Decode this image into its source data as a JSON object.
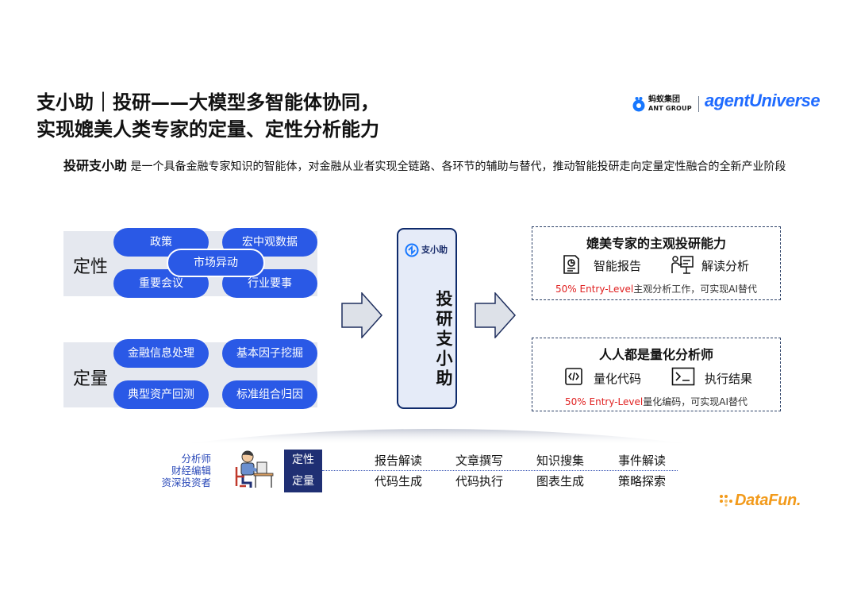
{
  "title": {
    "line1": "支小助｜投研——大模型多智能体协同，",
    "line2": "实现媲美人类专家的定量、定性分析能力"
  },
  "logos": {
    "ant_cn": "蚂蚁集团",
    "ant_en": "ANT GROUP",
    "agent": "agentUniverse",
    "datafun": "DataFun."
  },
  "intro": {
    "bold": "投研支小助",
    "text": " 是一个具备金融专家知识的智能体，对金融从业者实现全链路、各环节的辅助与替代，推动智能投研走向定量定性融合的全新产业阶段"
  },
  "qualitative": {
    "label": "定性",
    "pills": [
      "政策",
      "宏中观数据",
      "重要会议",
      "行业要事"
    ],
    "center_pill": "市场异动"
  },
  "quantitative": {
    "label": "定量",
    "pills": [
      "金融信息处理",
      "基本因子挖掘",
      "典型资产回测",
      "标准组合归因"
    ]
  },
  "center": {
    "logo_text": "支小助",
    "vertical": "投研支小助"
  },
  "box_top": {
    "title": "媲美专家的主观投研能力",
    "items": [
      "智能报告",
      "解读分析"
    ],
    "note_red": "50% Entry-Level",
    "note_rest": "主观分析工作，可实现AI替代"
  },
  "box_bottom": {
    "title": "人人都是量化分析师",
    "items": [
      "量化代码",
      "执行结果"
    ],
    "note_red": "50% Entry-Level",
    "note_rest": "量化编码，可实现AI替代"
  },
  "roles": [
    "分析师",
    "财经编辑",
    "资深投资者"
  ],
  "tags": [
    "定性",
    "定量"
  ],
  "tasks_row1": [
    "报告解读",
    "文章撰写",
    "知识搜集",
    "事件解读"
  ],
  "tasks_row2": [
    "代码生成",
    "代码执行",
    "图表生成",
    "策略探索"
  ],
  "colors": {
    "pill_blue": "#2a59e6",
    "navy": "#1f2f73",
    "red": "#e02020",
    "orange": "#f29a1a",
    "agent_blue": "#1f6bff"
  }
}
